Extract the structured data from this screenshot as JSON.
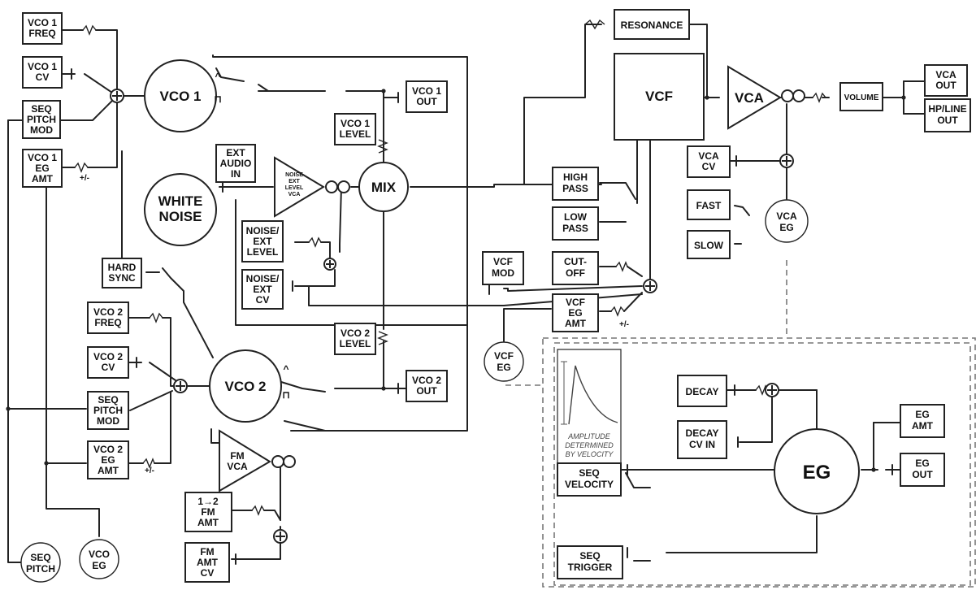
{
  "vco1": {
    "freq": [
      "VCO 1",
      "FREQ"
    ],
    "cv": [
      "VCO 1",
      "CV"
    ],
    "seq_pitch_mod": [
      "SEQ",
      "PITCH",
      "MOD"
    ],
    "eg_amt": [
      "VCO 1",
      "EG",
      "AMT"
    ],
    "plus_minus": "+/-",
    "osc": "VCO 1",
    "out": [
      "VCO 1",
      "OUT"
    ],
    "level": [
      "VCO 1",
      "LEVEL"
    ]
  },
  "noise": {
    "ext_audio_in": [
      "EXT",
      "AUDIO",
      "IN"
    ],
    "white_noise": [
      "WHITE",
      "NOISE"
    ],
    "vca": [
      "NOISE",
      "EXT",
      "LEVEL",
      "VCA"
    ],
    "level": [
      "NOISE/",
      "EXT",
      "LEVEL"
    ],
    "cv": [
      "NOISE/",
      "EXT",
      "CV"
    ]
  },
  "mix": "MIX",
  "hard_sync": [
    "HARD",
    "SYNC"
  ],
  "vco2": {
    "freq": [
      "VCO 2",
      "FREQ"
    ],
    "cv": [
      "VCO 2",
      "CV"
    ],
    "seq_pitch_mod": [
      "SEQ",
      "PITCH",
      "MOD"
    ],
    "eg_amt": [
      "VCO 2",
      "EG",
      "AMT"
    ],
    "plus_minus": "+/-",
    "osc": "VCO 2",
    "out": [
      "VCO 2",
      "OUT"
    ],
    "level": [
      "VCO 2",
      "LEVEL"
    ]
  },
  "fm": {
    "vca": [
      "FM",
      "VCA"
    ],
    "amt": [
      "1→2",
      "FM",
      "AMT"
    ],
    "amt_cv": [
      "FM",
      "AMT",
      "CV"
    ]
  },
  "bottom": {
    "seq_pitch": [
      "SEQ",
      "PITCH"
    ],
    "vco_eg": [
      "VCO",
      "EG"
    ]
  },
  "filter": {
    "resonance": "RESONANCE",
    "vcf": "VCF",
    "high_pass": [
      "HIGH",
      "PASS"
    ],
    "low_pass": [
      "LOW",
      "PASS"
    ],
    "cutoff": [
      "CUT-",
      "OFF"
    ],
    "vcf_mod": [
      "VCF",
      "MOD"
    ],
    "vcf_eg_amt": [
      "VCF",
      "EG",
      "AMT"
    ],
    "plus_minus": "+/-",
    "vcf_eg": [
      "VCF",
      "EG"
    ]
  },
  "amp": {
    "vca": "VCA",
    "volume": "VOLUME",
    "vca_out": [
      "VCA",
      "OUT"
    ],
    "hp_out": [
      "HP/LINE",
      "OUT"
    ],
    "vca_cv": [
      "VCA",
      "CV"
    ],
    "fast": "FAST",
    "slow": "SLOW",
    "vca_eg": [
      "VCA",
      "EG"
    ]
  },
  "eg": {
    "amplitude_note": [
      "AMPLITUDE",
      "DETERMINED",
      "BY VELOCITY"
    ],
    "seq_velocity": [
      "SEQ",
      "VELOCITY"
    ],
    "decay": "DECAY",
    "decay_cv_in": [
      "DECAY",
      "CV IN"
    ],
    "eg": "EG",
    "eg_amt": [
      "EG",
      "AMT"
    ],
    "eg_out": [
      "EG",
      "OUT"
    ],
    "seq_trigger": [
      "SEQ",
      "TRIGGER"
    ]
  }
}
